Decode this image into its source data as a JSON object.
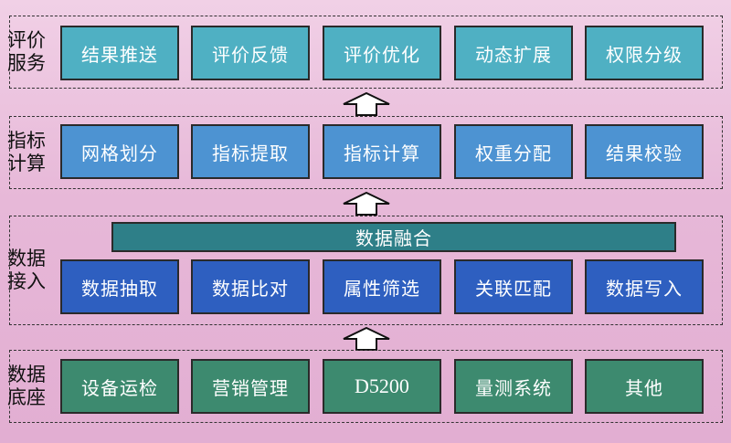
{
  "layers": {
    "eval": {
      "label": "评价服务",
      "items": [
        "结果推送",
        "评价反馈",
        "评价优化",
        "动态扩展",
        "权限分级"
      ]
    },
    "calc": {
      "label": "指标计算",
      "items": [
        "网格划分",
        "指标提取",
        "指标计算",
        "权重分配",
        "结果校验"
      ]
    },
    "input": {
      "label": "数据接入",
      "fusion": "数据融合",
      "items": [
        "数据抽取",
        "数据比对",
        "属性筛选",
        "关联匹配",
        "数据写入"
      ]
    },
    "base": {
      "label": "数据底座",
      "items": [
        "设备运检",
        "营销管理",
        "D5200",
        "量测系统",
        "其他"
      ]
    }
  },
  "colors": {
    "eval": "#4fb0c3",
    "calc": "#4d93d2",
    "input": "#2e5fc0",
    "fusion": "#2e7f88",
    "base": "#3d8a6f",
    "background": "#e7b8d8"
  },
  "icons": {
    "flow_arrow": "hollow-up-arrow-icon"
  }
}
